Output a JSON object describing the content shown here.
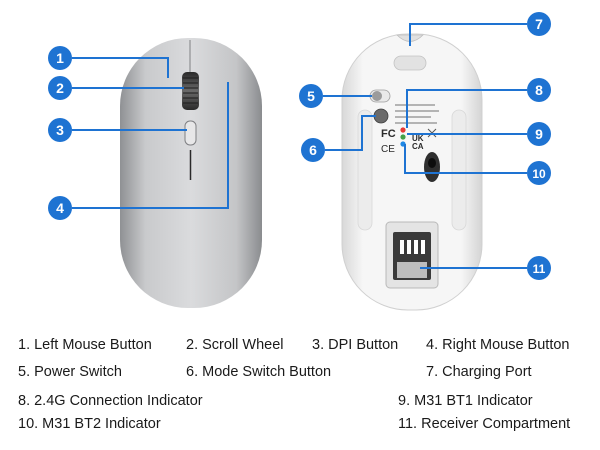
{
  "accent_color": "#1e73d2",
  "callouts": [
    {
      "n": "1",
      "label": "1. Left Mouse Button"
    },
    {
      "n": "2",
      "label": "2. Scroll Wheel"
    },
    {
      "n": "3",
      "label": "3. DPI Button"
    },
    {
      "n": "4",
      "label": "4. Right Mouse Button"
    },
    {
      "n": "5",
      "label": "5. Power Switch"
    },
    {
      "n": "6",
      "label": "6. Mode Switch Button"
    },
    {
      "n": "7",
      "label": "7.  Charging Port"
    },
    {
      "n": "8",
      "label": "8. 2.4G Connection Indicator"
    },
    {
      "n": "9",
      "label": "9. M31 BT1 Indicator"
    },
    {
      "n": "10",
      "label": "10.  M31 BT2 Indicator"
    },
    {
      "n": "11",
      "label": "11. Receiver Compartment"
    }
  ],
  "bottom_marks": {
    "fc": "FC",
    "ce": "CE",
    "uk": "UK",
    "ca": "CA"
  }
}
